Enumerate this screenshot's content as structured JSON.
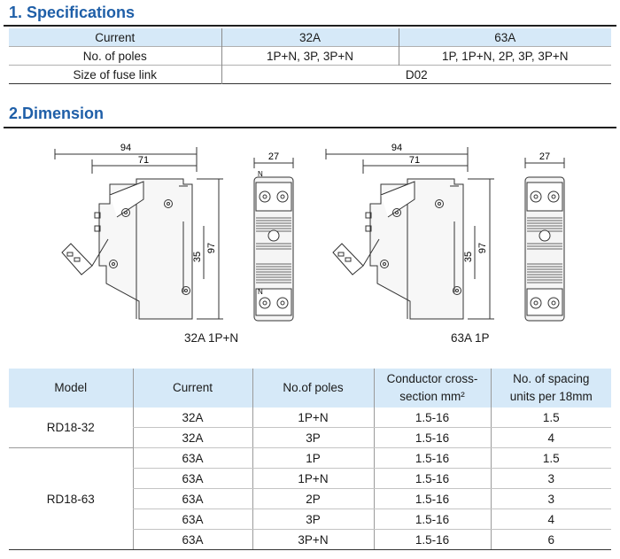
{
  "specifications": {
    "title": "1. Specifications",
    "rows": [
      [
        "Current",
        "32A",
        "63A"
      ],
      [
        "No. of poles",
        "1P+N, 3P, 3P+N",
        "1P, 1P+N, 2P, 3P, 3P+N"
      ],
      [
        "Size of fuse link",
        "D02"
      ]
    ]
  },
  "dimension": {
    "title": "2.Dimension",
    "drawings": [
      {
        "caption": "32A 1P+N",
        "dims": {
          "overall": "94",
          "body": "71",
          "front_width": "27",
          "inner_height": "35",
          "height": "97"
        },
        "pole_marks": [
          "N",
          "N"
        ]
      },
      {
        "caption": "63A 1P",
        "dims": {
          "overall": "94",
          "body": "71",
          "front_width": "27",
          "inner_height": "35",
          "height": "97"
        }
      }
    ]
  },
  "model_table": {
    "headers": [
      "Model",
      "Current",
      "No.of poles",
      "Conductor cross-section mm²",
      "No. of spacing units per 18mm"
    ],
    "header_lines": {
      "conductor": [
        "Conductor cross-",
        "section mm²"
      ],
      "spacing": [
        "No. of spacing",
        "units per 18mm"
      ]
    },
    "groups": [
      {
        "model": "RD18-32",
        "rows": [
          {
            "current": "32A",
            "poles": "1P+N",
            "section": "1.5-16",
            "units": "1.5"
          },
          {
            "current": "32A",
            "poles": "3P",
            "section": "1.5-16",
            "units": "4"
          }
        ]
      },
      {
        "model": "RD18-63",
        "rows": [
          {
            "current": "63A",
            "poles": "1P",
            "section": "1.5-16",
            "units": "1.5"
          },
          {
            "current": "63A",
            "poles": "1P+N",
            "section": "1.5-16",
            "units": "3"
          },
          {
            "current": "63A",
            "poles": "2P",
            "section": "1.5-16",
            "units": "3"
          },
          {
            "current": "63A",
            "poles": "3P",
            "section": "1.5-16",
            "units": "4"
          },
          {
            "current": "63A",
            "poles": "3P+N",
            "section": "1.5-16",
            "units": "6"
          }
        ]
      }
    ]
  },
  "colors": {
    "heading": "#1f5fa8",
    "header_fill": "#d6e9f8",
    "rule": "#1f1f1f"
  }
}
